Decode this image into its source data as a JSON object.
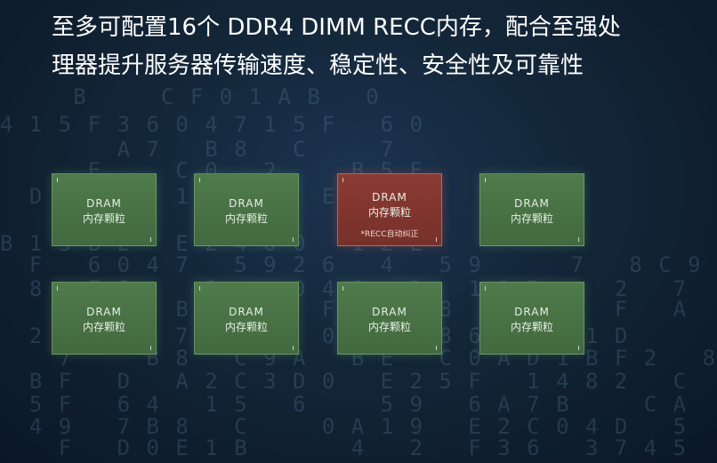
{
  "headline": "至多可配置16个 DDR4 DIMM RECC内存，配合至强处理器提升服务器传输速度、稳定性、安全性及可靠性",
  "chips": [
    {
      "line1": "DRAM",
      "line2": "内存颗粒",
      "note": null
    },
    {
      "line1": "DRAM",
      "line2": "内存颗粒",
      "note": null
    },
    {
      "line1": "DRAM",
      "line2": "内存颗粒",
      "note": "*RECC自动纠正"
    },
    {
      "line1": "DRAM",
      "line2": "内存颗粒",
      "note": null
    },
    {
      "line1": "DRAM",
      "line2": "内存颗粒",
      "note": null
    },
    {
      "line1": "DRAM",
      "line2": "内存颗粒",
      "note": null
    },
    {
      "line1": "DRAM",
      "line2": "内存颗粒",
      "note": null
    },
    {
      "line1": "DRAM",
      "line2": "内存颗粒",
      "note": null
    }
  ],
  "background_code": [
    "     B     C F 0 1 A B   0    ",
    "4 1 5 F 3 6 0 4 7 1 5 F   6 0  ",
    "        A 7   B 8   C     7    ",
    "      E     C 0   2     B 5 E  ",
    "  D   A     1 9 F     E   8    ",
    "B 1 3 B E   E 2 4 0 0   1 2 E  ",
    "  F   6 0 4 7   5 9 2 6   4   5 9      7   8 C 9",
    "  8   E 6     0     0 4 0   D   1 1 B     2   7",
    "    C 4     B   F 6   F 9     8   3 0 9   F   A",
    "  2   8 B   7   1 F   0 7 2   8 6   4   1 D    ",
    "    7     B 8   C 9 A   B E   C 0 A D 1 B F 2   8",
    "  B F   D   A 2 C 3 D 0   E 2 5 F   1 4 8 2   C",
    "  5 F   6 4   1 5   6     5 9   6 A 7 B     C A",
    "  4 9   7 B 8   C     0 A 1 9   E 2 C 0 4 D   5",
    "    F   D 0 E 1 B       4   2   F 3 6   3 7 4 5"
  ],
  "colors": {
    "background": "#132638",
    "chip_normal": "#4f7b4c",
    "chip_error": "#8b3c34",
    "text": "#ffffff"
  }
}
